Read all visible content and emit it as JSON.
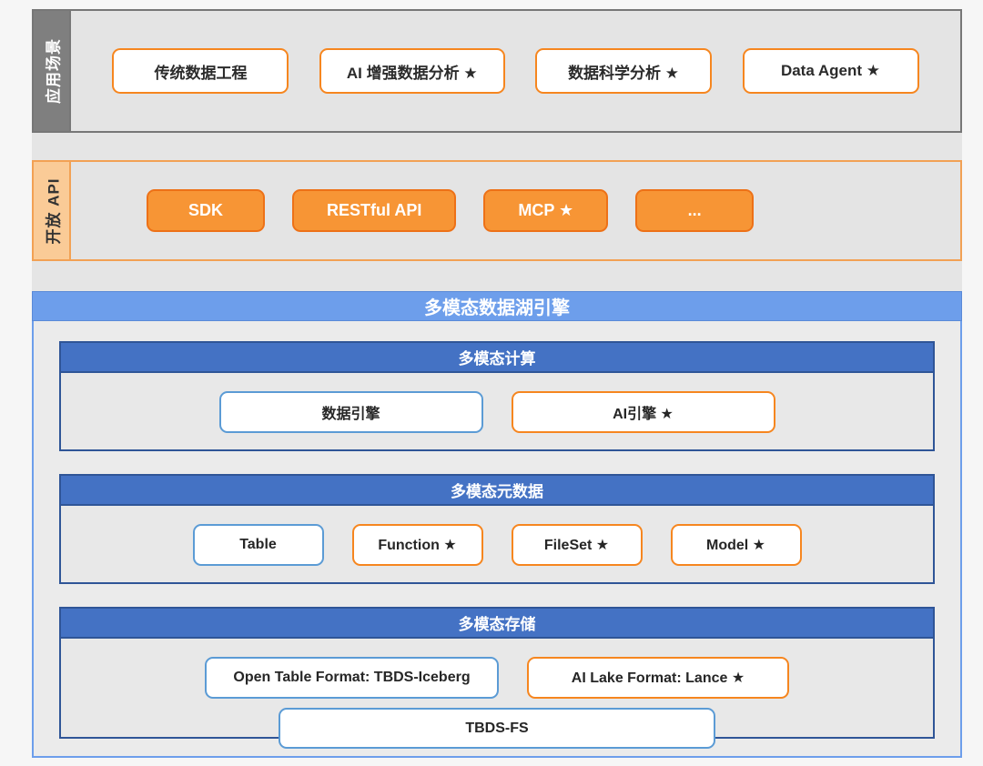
{
  "bands": {
    "scenarios": {
      "tab": "应用场景",
      "items": [
        "传统数据工程",
        "AI 增强数据分析 ★",
        "数据科学分析 ★",
        "Data Agent ★"
      ]
    },
    "api": {
      "tab": "开放 API",
      "items": [
        "SDK",
        "RESTful API",
        "MCP ★",
        "..."
      ]
    }
  },
  "engine": {
    "title": "多模态数据湖引擎",
    "groups": [
      {
        "title": "多模态计算",
        "rows": [
          [
            {
              "label": "数据引擎",
              "accent": "blue"
            },
            {
              "label": "AI引擎 ★",
              "accent": "orange"
            }
          ]
        ]
      },
      {
        "title": "多模态元数据",
        "rows": [
          [
            {
              "label": "Table",
              "accent": "blue"
            },
            {
              "label": "Function ★",
              "accent": "orange"
            },
            {
              "label": "FileSet ★",
              "accent": "orange"
            },
            {
              "label": "Model ★",
              "accent": "orange"
            }
          ]
        ]
      },
      {
        "title": "多模态存储",
        "rows": [
          [
            {
              "label": "Open Table Format: TBDS-Iceberg",
              "accent": "blue"
            },
            {
              "label": "AI Lake Format: Lance ★",
              "accent": "orange"
            }
          ],
          [
            {
              "label": "TBDS-FS",
              "accent": "blue"
            }
          ]
        ]
      }
    ]
  },
  "colors": {
    "orange_fill": "#f79535",
    "orange_border": "#ed7117",
    "orange_accent": "#f6861f",
    "blue_header": "#6d9eeb",
    "blue_group": "#4472c4",
    "blue_group_border": "#2f5597",
    "blue_accent": "#5b9bd5",
    "tab_gray": "#7f7f7f",
    "tab_peach": "#facb97",
    "band_gray": "#e4e4e4"
  }
}
